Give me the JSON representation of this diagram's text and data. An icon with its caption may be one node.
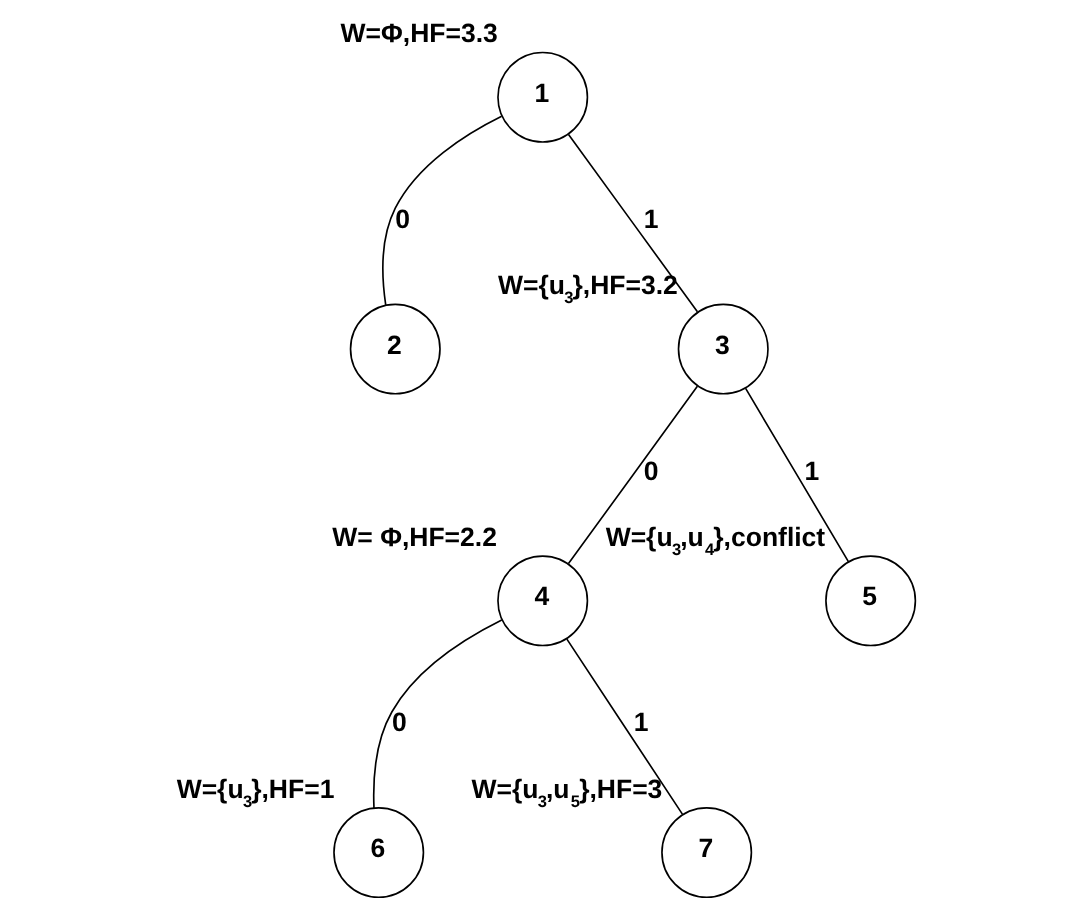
{
  "diagram": {
    "nodes": [
      {
        "text": [
          "1"
        ],
        "beside": [
          "W=Φ,HF=3.3"
        ]
      },
      {
        "text": [
          "2"
        ]
      },
      {
        "text": [
          "3"
        ],
        "beside": [
          "W={u$_{3}$},HF=3.2"
        ]
      },
      {
        "text": [
          "4"
        ],
        "beside": [
          "W= Φ,HF=2.2"
        ]
      },
      {
        "text": [
          "5"
        ],
        "beside": [
          "W={u$_{3}$,u$_{4}$},conflict"
        ]
      },
      {
        "text": [
          "6"
        ],
        "beside": [
          "W={u$_{3}$},HF=1"
        ]
      },
      {
        "text": [
          "7"
        ],
        "beside": [
          "W={u$_{3}$,u$_{5}$},HF=3"
        ]
      }
    ],
    "edges": [
      {
        "from": 0,
        "to": 1,
        "arrow": "none",
        "label": "0"
      },
      {
        "from": 0,
        "to": 2,
        "arrow": "none",
        "label": "1"
      },
      {
        "from": 2,
        "to": 3,
        "arrow": "none",
        "label": "0"
      },
      {
        "from": 2,
        "to": 4,
        "arrow": "none",
        "label": "1"
      },
      {
        "from": 3,
        "to": 5,
        "arrow": "none",
        "label": "0"
      },
      {
        "from": 3,
        "to": 6,
        "arrow": "none",
        "label": "1"
      }
    ]
  }
}
